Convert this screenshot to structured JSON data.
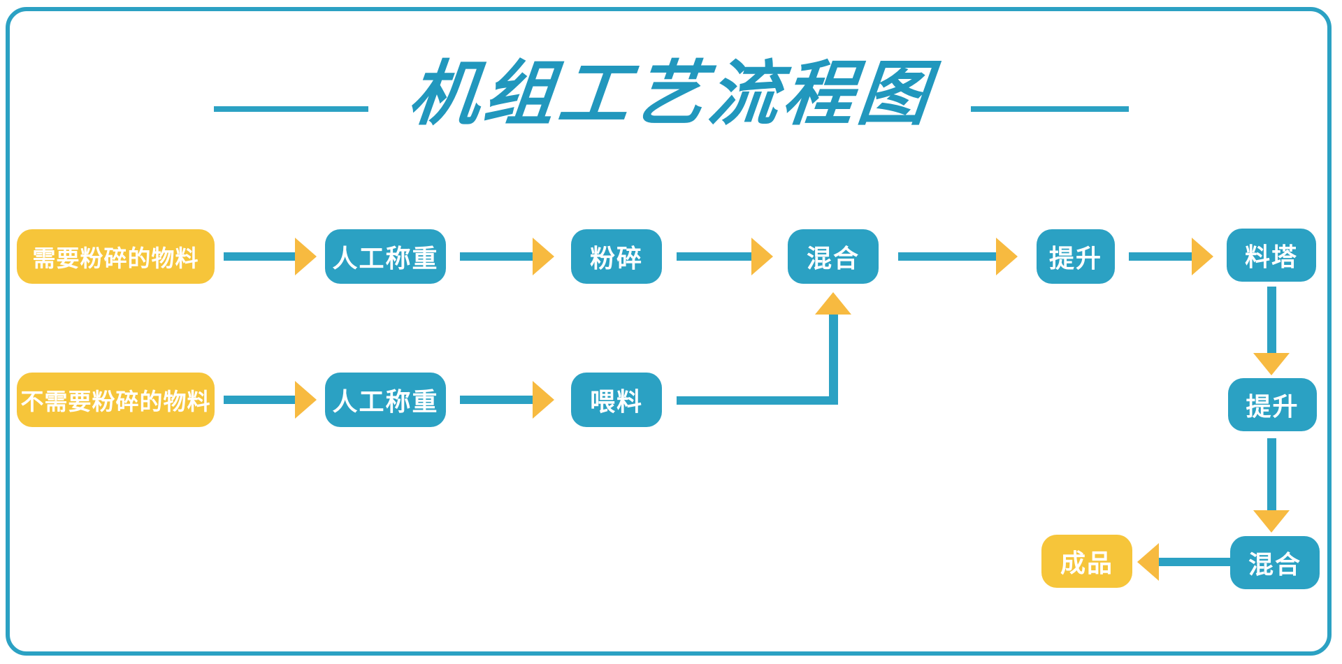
{
  "title": "机组工艺流程图",
  "colors": {
    "teal": "#2BA1C3",
    "title_teal": "#2197BD",
    "yellow_box": "#F6C53A",
    "yellow_arrowhead": "#F7BA40",
    "node_text": "#FFFFFF",
    "background": "#FFFFFF"
  },
  "nodes": {
    "need_crush": "需要粉碎的物料",
    "weigh_top": "人工称重",
    "crush": "粉碎",
    "mix_main": "混合",
    "lift_top": "提升",
    "silo": "料塔",
    "no_need_crush": "不需要粉碎的物料",
    "weigh_bottom": "人工称重",
    "feed": "喂料",
    "lift_right": "提升",
    "mix_final": "混合",
    "product": "成品"
  },
  "edges": [
    {
      "from": "需要粉碎的物料",
      "to": "人工称重"
    },
    {
      "from": "人工称重",
      "to": "粉碎"
    },
    {
      "from": "粉碎",
      "to": "混合"
    },
    {
      "from": "混合",
      "to": "提升"
    },
    {
      "from": "提升",
      "to": "料塔"
    },
    {
      "from": "料塔",
      "to": "提升"
    },
    {
      "from": "提升",
      "to": "混合"
    },
    {
      "from": "混合",
      "to": "成品"
    },
    {
      "from": "不需要粉碎的物料",
      "to": "人工称重"
    },
    {
      "from": "人工称重",
      "to": "喂料"
    },
    {
      "from": "喂料",
      "to": "混合"
    }
  ]
}
